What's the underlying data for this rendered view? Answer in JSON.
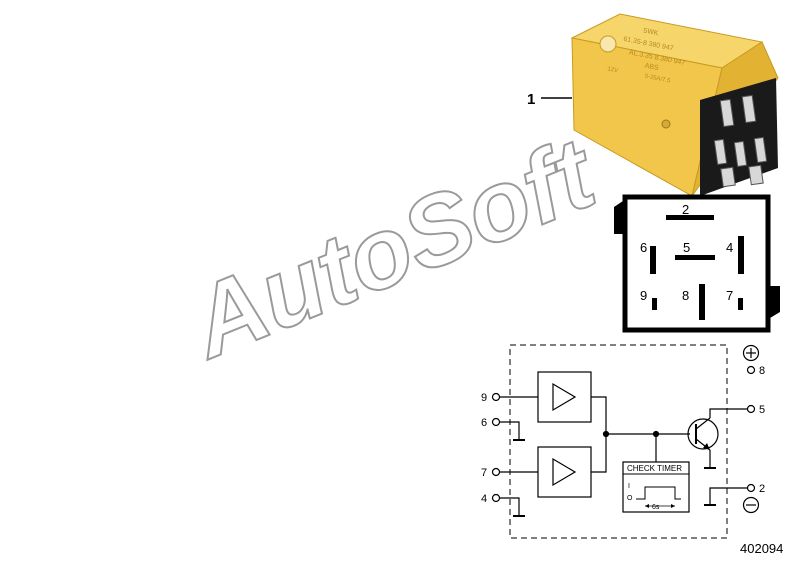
{
  "part": {
    "callout": "1",
    "label_lines": [
      "5WK",
      "61.35-8 380 947",
      "AL.3.35 8.380 947",
      "ABS",
      "12V",
      "5-25A/7.5"
    ]
  },
  "pin_face": {
    "pins": [
      "2",
      "6",
      "5",
      "4",
      "9",
      "8",
      "7"
    ]
  },
  "schematic": {
    "plus_symbol": "+",
    "minus_symbol": "−",
    "terminals": [
      "9",
      "6",
      "7",
      "4",
      "8",
      "5",
      "2"
    ],
    "check_timer_label": "CHECK TIMER",
    "timer_levels": [
      "I",
      "O"
    ],
    "timer_duration": "6s"
  },
  "footer": {
    "diagram_number": "402094"
  },
  "watermark": {
    "text": "AutoSoft"
  },
  "colors": {
    "relay_body": "#f2c64a",
    "relay_top": "#f6d66a",
    "relay_side": "#e2b232",
    "line": "#000000",
    "watermark_fill": "#ffffff",
    "watermark_stroke": "#9a9a9a"
  }
}
